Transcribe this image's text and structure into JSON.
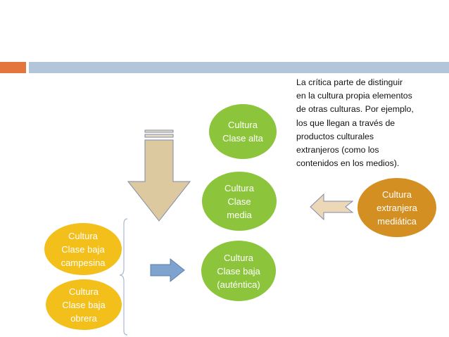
{
  "slide": {
    "accent_colors": {
      "orange_bar": "#e2763c",
      "blue_bar": "#b4c4da"
    }
  },
  "ovals": {
    "clase_alta": [
      "Cultura",
      "Clase alta"
    ],
    "clase_media": [
      "Cultura",
      "Clase",
      "media"
    ],
    "clase_baja_autentica": [
      "Cultura",
      "Clase baja",
      "(auténtica)"
    ],
    "clase_baja_campesina": [
      "Cultura",
      "Clase baja",
      "campesina"
    ],
    "clase_baja_obrera": [
      "Cultura",
      "Clase baja",
      "obrera"
    ],
    "extranjera_mediatica": [
      "Cultura",
      "extranjera",
      "mediática"
    ]
  },
  "note": {
    "lines": [
      "La crítica parte de distinguir",
      "en la cultura propia elementos",
      "de otras culturas. Por ejemplo,",
      "los que llegan a través de",
      "productos culturales",
      "extranjeros (como los",
      "contenidos en los medios)."
    ]
  },
  "colors": {
    "green": "#8cc53b",
    "yellow": "#f3bf1b",
    "orange": "#d48f22",
    "down_arrow_fill": "#ddc9a0",
    "left_arrow_fill": "#ecd7b7",
    "right_arrow_fill": "#7fa3cf"
  },
  "icons": {
    "down_arrow": "striped-block-down-arrow",
    "left_arrow": "notched-left-arrow",
    "right_arrow": "block-right-arrow",
    "bracket": "left-brace-bracket"
  }
}
